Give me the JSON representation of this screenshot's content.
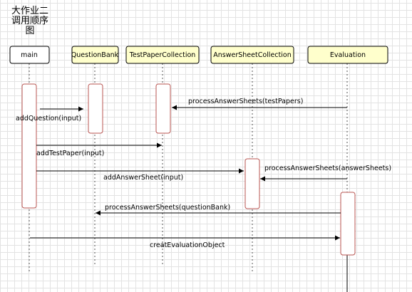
{
  "title": "大作业二调用顺序图",
  "participants": [
    {
      "id": "main",
      "label": "main",
      "fill": "#ffffff"
    },
    {
      "id": "questionbank",
      "label": "QuestionBank",
      "fill": "#ffffcc"
    },
    {
      "id": "testpapercollection",
      "label": "TestPaperCollection",
      "fill": "#ffffcc"
    },
    {
      "id": "answersheetcollection",
      "label": "AnswerSheetCollection",
      "fill": "#ffffcc"
    },
    {
      "id": "evaluation",
      "label": "Evaluation",
      "fill": "#ffffcc"
    }
  ],
  "messages": [
    {
      "from": "evaluation",
      "to": "testpapercollection",
      "label": "processAnswerSheets(testPapers)"
    },
    {
      "from": "main",
      "to": "questionbank",
      "label": "addQuestion(input)"
    },
    {
      "from": "main",
      "to": "testpapercollection",
      "label": "addTestPaper(input)"
    },
    {
      "from": "evaluation",
      "to": "answersheetcollection",
      "label": "processAnswerSheets(answerSheets)"
    },
    {
      "from": "main",
      "to": "answersheetcollection",
      "label": "addAnswerSheet(input)"
    },
    {
      "from": "evaluation",
      "to": "questionbank",
      "label": "processAnswerSheets(questionBank)"
    },
    {
      "from": "main",
      "to": "evaluation",
      "label": "creatEvaluationObject"
    }
  ],
  "colors": {
    "lifeline": "#555555",
    "activation_border": "#b85450",
    "header_border": "#000000",
    "arrow": "#000000",
    "grid": "#e3e3e3"
  }
}
